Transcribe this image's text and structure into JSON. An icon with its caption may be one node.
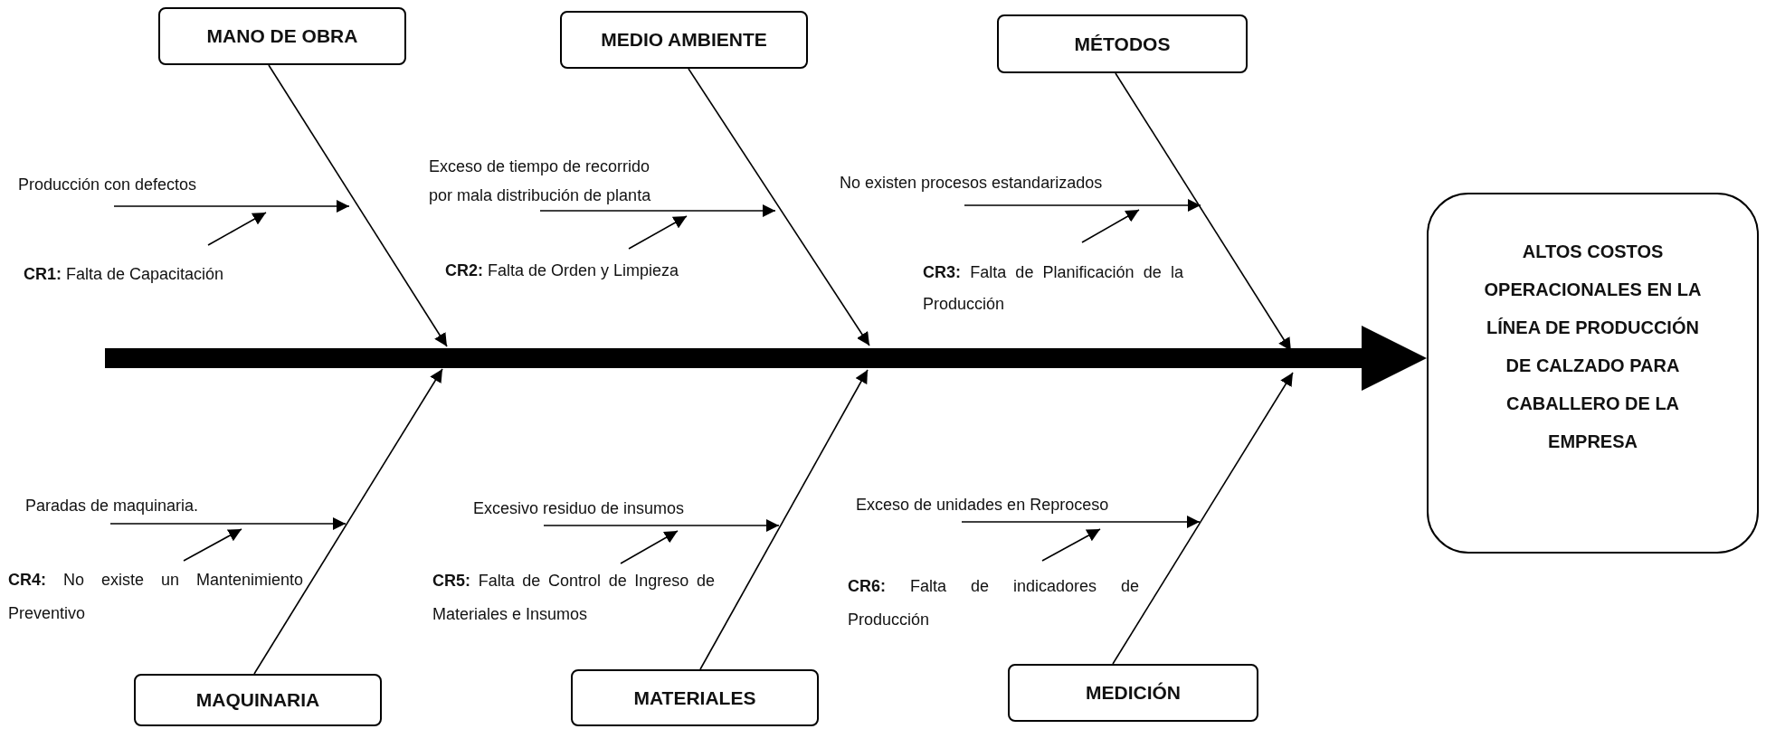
{
  "diagram": {
    "nodes": [
      {
        "text": [
          "MANO DE OBRA"
        ]
      },
      {
        "text": [
          "MEDIO AMBIENTE"
        ]
      },
      {
        "text": [
          "MÉTODOS"
        ]
      },
      {
        "text": [
          "Producción con defectos"
        ]
      },
      {
        "text": [
          "**CR1:** Falta de Capacitación"
        ]
      },
      {
        "text": [
          "Exceso de tiempo de recorrido por mala distribución de planta"
        ]
      },
      {
        "text": [
          "**CR2:** Falta de Orden y Limpieza"
        ]
      },
      {
        "text": [
          "No existen procesos estandarizados"
        ]
      },
      {
        "text": [
          "**CR3:** Falta de Planificación de la Producción"
        ]
      },
      {
        "text": [
          "ALTOS COSTOS OPERACIONALES EN LA LÍNEA DE PRODUCCIÓN DE CALZADO PARA CABALLERO DE LA EMPRESA"
        ]
      },
      {
        "text": [
          "Paradas de maquinaria."
        ]
      },
      {
        "text": [
          "**CR4:** No existe un Mantenimiento Preventivo"
        ]
      },
      {
        "text": [
          "Excesivo residuo de insumos"
        ]
      },
      {
        "text": [
          "**CR5:** Falta de Control de Ingreso de Materiales e Insumos"
        ]
      },
      {
        "text": [
          "Exceso de unidades en Reproceso"
        ]
      },
      {
        "text": [
          "**CR6:** Falta de indicadores de Producción"
        ]
      },
      {
        "text": [
          "MAQUINARIA"
        ]
      },
      {
        "text": [
          "MATERIALES"
        ]
      },
      {
        "text": [
          "MEDICIÓN"
        ]
      }
    ],
    "edges": [
      {
        "from": null,
        "to": 9,
        "arrow": "to",
        "style": "thick"
      },
      {
        "from": 0,
        "to": null,
        "arrow": "to"
      },
      {
        "from": 1,
        "to": null,
        "arrow": "to"
      },
      {
        "from": 2,
        "to": null,
        "arrow": "to"
      },
      {
        "from": 16,
        "to": null,
        "arrow": "to"
      },
      {
        "from": 17,
        "to": null,
        "arrow": "to"
      },
      {
        "from": 18,
        "to": null,
        "arrow": "to"
      },
      {
        "from": 3,
        "to": null,
        "arrow": "to"
      },
      {
        "from": 4,
        "to": 3,
        "arrow": "to"
      },
      {
        "from": 5,
        "to": null,
        "arrow": "to"
      },
      {
        "from": 6,
        "to": 5,
        "arrow": "to"
      },
      {
        "from": 7,
        "to": null,
        "arrow": "to"
      },
      {
        "from": 8,
        "to": 7,
        "arrow": "to"
      },
      {
        "from": 10,
        "to": null,
        "arrow": "to"
      },
      {
        "from": 11,
        "to": 10,
        "arrow": "to"
      },
      {
        "from": 12,
        "to": null,
        "arrow": "to"
      },
      {
        "from": 13,
        "to": 12,
        "arrow": "to"
      },
      {
        "from": 14,
        "to": null,
        "arrow": "to"
      },
      {
        "from": 15,
        "to": 14,
        "arrow": "to"
      }
    ]
  }
}
